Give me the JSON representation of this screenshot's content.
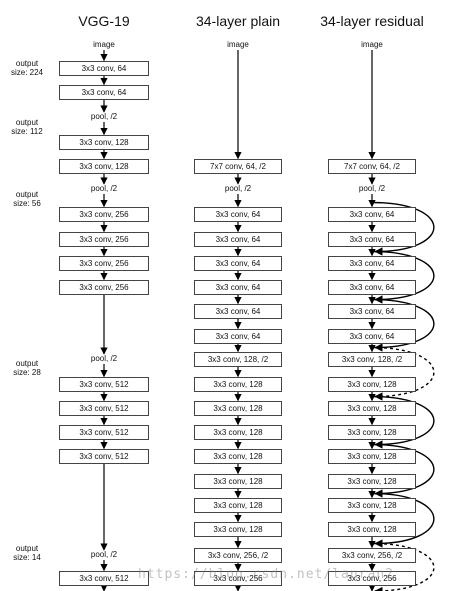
{
  "columns": [
    {
      "title": "VGG-19",
      "nodes": [
        {
          "label": "image",
          "kind": "label"
        },
        {
          "label": "3x3 conv, 64",
          "kind": "box"
        },
        {
          "label": "3x3 conv, 64",
          "kind": "box"
        },
        {
          "label": "pool, /2",
          "kind": "label"
        },
        {
          "label": "3x3 conv, 128",
          "kind": "box"
        },
        {
          "label": "3x3 conv, 128",
          "kind": "box"
        },
        {
          "label": "pool, /2",
          "kind": "label"
        },
        {
          "label": "3x3 conv, 256",
          "kind": "box"
        },
        {
          "label": "3x3 conv, 256",
          "kind": "box"
        },
        {
          "label": "3x3 conv, 256",
          "kind": "box"
        },
        {
          "label": "3x3 conv, 256",
          "kind": "box"
        },
        {
          "label": "pool, /2",
          "kind": "label"
        },
        {
          "label": "3x3 conv, 512",
          "kind": "box"
        },
        {
          "label": "3x3 conv, 512",
          "kind": "box"
        },
        {
          "label": "3x3 conv, 512",
          "kind": "box"
        },
        {
          "label": "3x3 conv, 512",
          "kind": "box"
        },
        {
          "label": "pool, /2",
          "kind": "label"
        },
        {
          "label": "3x3 conv, 512",
          "kind": "box"
        }
      ]
    },
    {
      "title": "34-layer plain",
      "nodes": [
        {
          "label": "image",
          "kind": "label"
        },
        {
          "label": "7x7 conv, 64, /2",
          "kind": "box"
        },
        {
          "label": "pool, /2",
          "kind": "label"
        },
        {
          "label": "3x3 conv, 64",
          "kind": "box"
        },
        {
          "label": "3x3 conv, 64",
          "kind": "box"
        },
        {
          "label": "3x3 conv, 64",
          "kind": "box"
        },
        {
          "label": "3x3 conv, 64",
          "kind": "box"
        },
        {
          "label": "3x3 conv, 64",
          "kind": "box"
        },
        {
          "label": "3x3 conv, 64",
          "kind": "box"
        },
        {
          "label": "3x3 conv, 128, /2",
          "kind": "box"
        },
        {
          "label": "3x3 conv, 128",
          "kind": "box"
        },
        {
          "label": "3x3 conv, 128",
          "kind": "box"
        },
        {
          "label": "3x3 conv, 128",
          "kind": "box"
        },
        {
          "label": "3x3 conv, 128",
          "kind": "box"
        },
        {
          "label": "3x3 conv, 128",
          "kind": "box"
        },
        {
          "label": "3x3 conv, 128",
          "kind": "box"
        },
        {
          "label": "3x3 conv, 128",
          "kind": "box"
        },
        {
          "label": "3x3 conv, 256, /2",
          "kind": "box"
        },
        {
          "label": "3x3 conv, 256",
          "kind": "box"
        }
      ]
    },
    {
      "title": "34-layer residual",
      "nodes": [
        {
          "label": "image",
          "kind": "label"
        },
        {
          "label": "7x7 conv, 64, /2",
          "kind": "box"
        },
        {
          "label": "pool, /2",
          "kind": "label"
        },
        {
          "label": "3x3 conv, 64",
          "kind": "box"
        },
        {
          "label": "3x3 conv, 64",
          "kind": "box"
        },
        {
          "label": "3x3 conv, 64",
          "kind": "box"
        },
        {
          "label": "3x3 conv, 64",
          "kind": "box"
        },
        {
          "label": "3x3 conv, 64",
          "kind": "box"
        },
        {
          "label": "3x3 conv, 64",
          "kind": "box"
        },
        {
          "label": "3x3 conv, 128, /2",
          "kind": "box"
        },
        {
          "label": "3x3 conv, 128",
          "kind": "box"
        },
        {
          "label": "3x3 conv, 128",
          "kind": "box"
        },
        {
          "label": "3x3 conv, 128",
          "kind": "box"
        },
        {
          "label": "3x3 conv, 128",
          "kind": "box"
        },
        {
          "label": "3x3 conv, 128",
          "kind": "box"
        },
        {
          "label": "3x3 conv, 128",
          "kind": "box"
        },
        {
          "label": "3x3 conv, 128",
          "kind": "box"
        },
        {
          "label": "3x3 conv, 256, /2",
          "kind": "box"
        },
        {
          "label": "3x3 conv, 256",
          "kind": "box"
        }
      ],
      "shortcuts": [
        {
          "type": "identity"
        },
        {
          "type": "identity"
        },
        {
          "type": "identity"
        },
        {
          "type": "projection"
        },
        {
          "type": "identity"
        },
        {
          "type": "identity"
        },
        {
          "type": "identity"
        },
        {
          "type": "projection"
        }
      ]
    }
  ],
  "output_sizes": [
    {
      "label": "output\nsize: 224"
    },
    {
      "label": "output\nsize: 112"
    },
    {
      "label": "output\nsize: 56"
    },
    {
      "label": "output\nsize: 28"
    },
    {
      "label": "output\nsize: 14"
    }
  ],
  "watermark": "https://blog.csdn.net/lanran2",
  "colors": {
    "line": "#000000",
    "box_border": "#444444",
    "watermark": "#999999"
  }
}
